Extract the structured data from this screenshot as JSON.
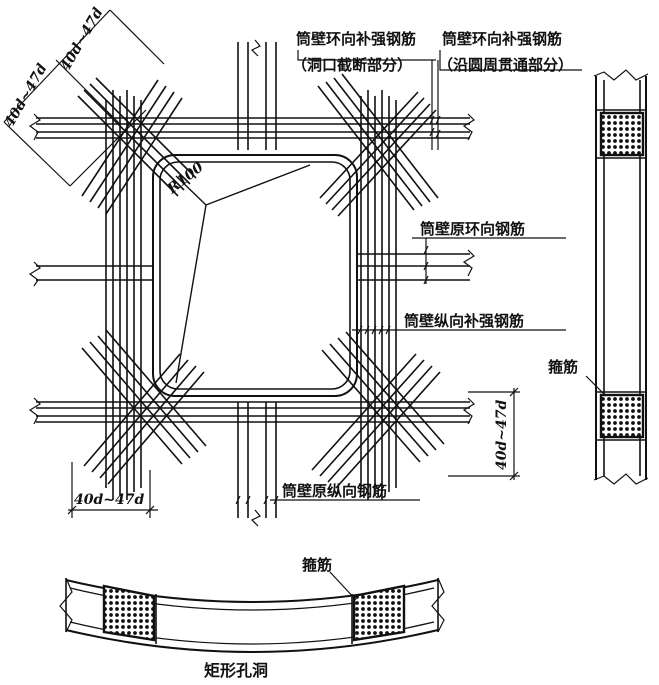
{
  "labels": {
    "hoop_cut": "筒壁环向补强钢筋",
    "hoop_cut_note": "（洞口截断部分）",
    "hoop_through": "筒壁环向补强钢筋",
    "hoop_through_note": "（沿圆周贯通部分）",
    "orig_hoop": "筒壁原环向钢筋",
    "long_reinf": "筒壁纵向补强钢筋",
    "orig_long": "筒壁原纵向钢筋",
    "stirrup_right": "箍筋",
    "stirrup_bottom": "箍筋",
    "radius": "R100",
    "caption": "矩形孔洞"
  },
  "dimensions": {
    "diag_a": "40d~47d",
    "diag_b": "40d~47d",
    "bottom": "40d~47d",
    "right": "40d~47d"
  }
}
